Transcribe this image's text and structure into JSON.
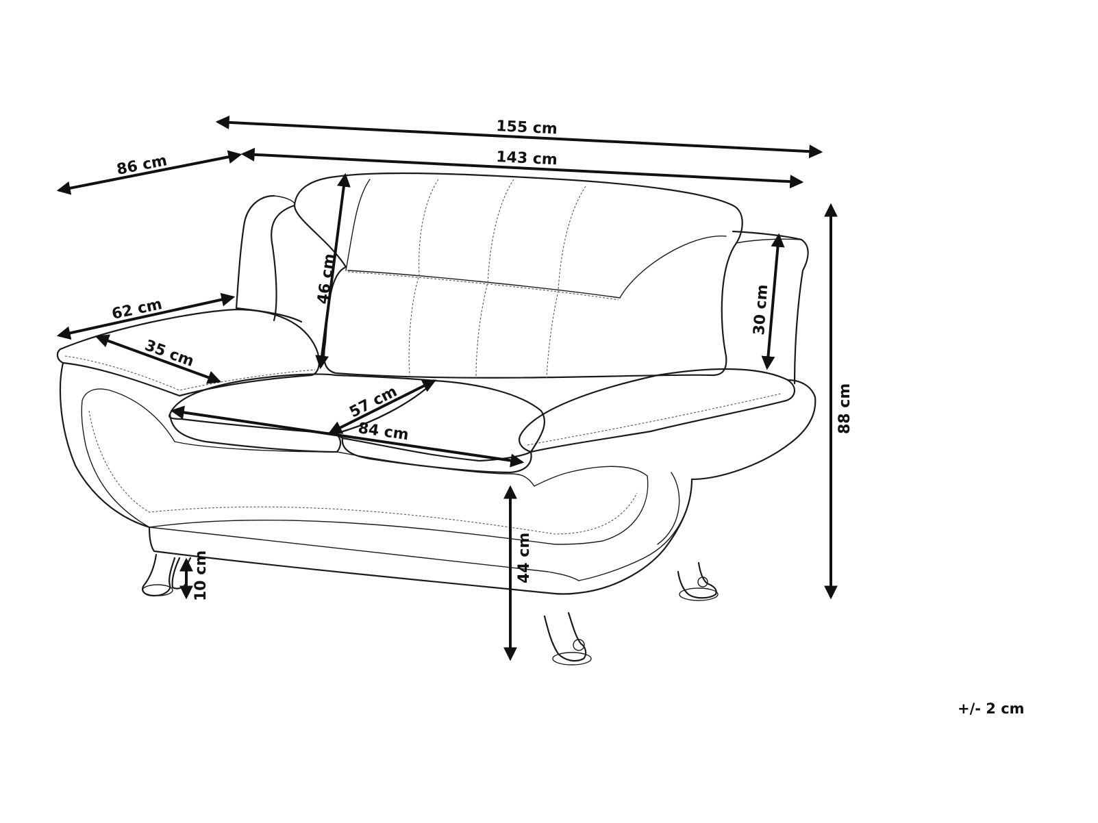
{
  "dimensions": [
    {
      "id": "overall-width",
      "label": "155 cm"
    },
    {
      "id": "seat-back-width",
      "label": "143 cm"
    },
    {
      "id": "overall-depth",
      "label": "86 cm"
    },
    {
      "id": "armrest-depth",
      "label": "62 cm"
    },
    {
      "id": "armrest-width",
      "label": "35 cm"
    },
    {
      "id": "backrest-height",
      "label": "46 cm"
    },
    {
      "id": "armrest-height",
      "label": "30 cm"
    },
    {
      "id": "seat-depth",
      "label": "57 cm"
    },
    {
      "id": "seat-width",
      "label": "84 cm"
    },
    {
      "id": "overall-height",
      "label": "88 cm"
    },
    {
      "id": "seat-height",
      "label": "44 cm"
    },
    {
      "id": "leg-height",
      "label": "10 cm"
    }
  ],
  "tolerance": "+/- 2 cm",
  "colors": {
    "line": "#1a1a1a",
    "background": "#ffffff"
  }
}
